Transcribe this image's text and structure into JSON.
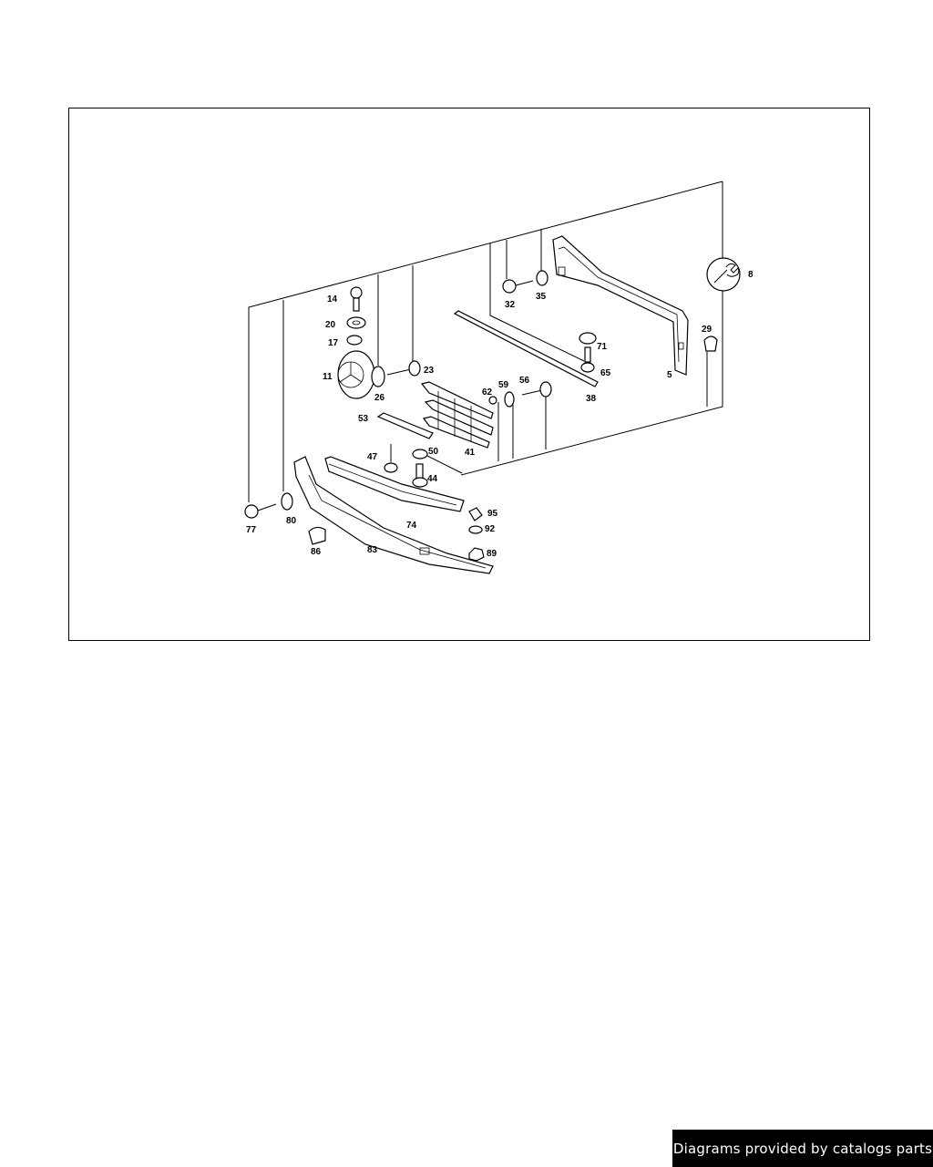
{
  "diagram": {
    "callouts": [
      "8",
      "14",
      "20",
      "17",
      "11",
      "26",
      "23",
      "32",
      "35",
      "71",
      "65",
      "5",
      "29",
      "38",
      "62",
      "59",
      "56",
      "53",
      "41",
      "47",
      "50",
      "44",
      "95",
      "92",
      "89",
      "77",
      "80",
      "74",
      "86",
      "83"
    ]
  },
  "footer": {
    "text": "Diagrams provided by catalogs parts"
  },
  "icons": {
    "service": "wrench-icon"
  }
}
